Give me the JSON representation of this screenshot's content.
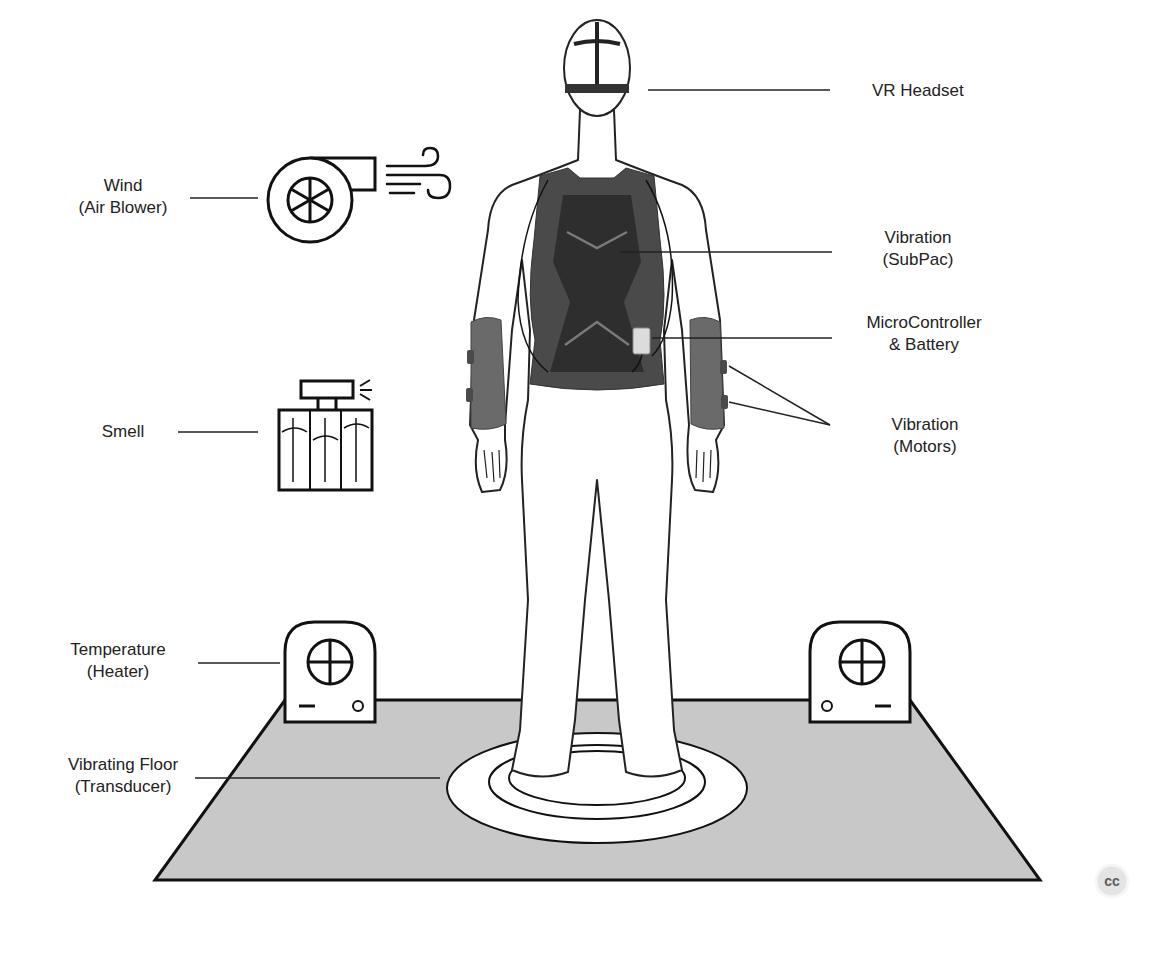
{
  "diagram": {
    "nodes": [
      {
        "text": [
          "cc"
        ]
      }
    ],
    "labels": [
      "VR Headset",
      "Wind (Air Blower)",
      "Vibration (SubPac)",
      "MicroController & Battery",
      "Smell",
      "Vibration (Motors)",
      "Temperature (Heater)",
      "Vibrating Floor (Transducer)"
    ]
  }
}
